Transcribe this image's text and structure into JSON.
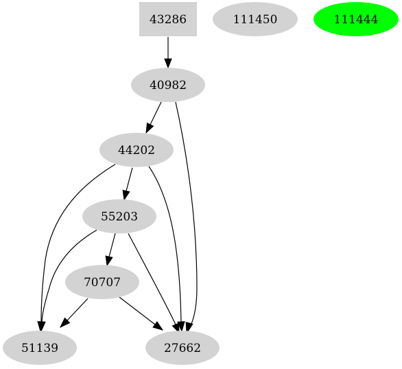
{
  "graph": {
    "colors": {
      "default_fill": "#d3d3d3",
      "highlight_fill": "#00ff00",
      "edge": "#000000",
      "background": "#ffffff"
    },
    "nodes": [
      {
        "id": "43286",
        "label": "43286",
        "shape": "box",
        "fill": "#d3d3d3"
      },
      {
        "id": "111450",
        "label": "111450",
        "shape": "ellipse",
        "fill": "#d3d3d3"
      },
      {
        "id": "111444",
        "label": "111444",
        "shape": "ellipse",
        "fill": "#00ff00"
      },
      {
        "id": "40982",
        "label": "40982",
        "shape": "ellipse",
        "fill": "#d3d3d3"
      },
      {
        "id": "44202",
        "label": "44202",
        "shape": "ellipse",
        "fill": "#d3d3d3"
      },
      {
        "id": "55203",
        "label": "55203",
        "shape": "ellipse",
        "fill": "#d3d3d3"
      },
      {
        "id": "70707",
        "label": "70707",
        "shape": "ellipse",
        "fill": "#d3d3d3"
      },
      {
        "id": "51139",
        "label": "51139",
        "shape": "ellipse",
        "fill": "#d3d3d3"
      },
      {
        "id": "27662",
        "label": "27662",
        "shape": "ellipse",
        "fill": "#d3d3d3"
      }
    ],
    "edges": [
      {
        "from": "43286",
        "to": "40982"
      },
      {
        "from": "40982",
        "to": "44202"
      },
      {
        "from": "40982",
        "to": "27662"
      },
      {
        "from": "44202",
        "to": "55203"
      },
      {
        "from": "44202",
        "to": "51139"
      },
      {
        "from": "44202",
        "to": "27662"
      },
      {
        "from": "55203",
        "to": "70707"
      },
      {
        "from": "55203",
        "to": "51139"
      },
      {
        "from": "55203",
        "to": "27662"
      },
      {
        "from": "70707",
        "to": "51139"
      },
      {
        "from": "70707",
        "to": "27662"
      }
    ]
  }
}
